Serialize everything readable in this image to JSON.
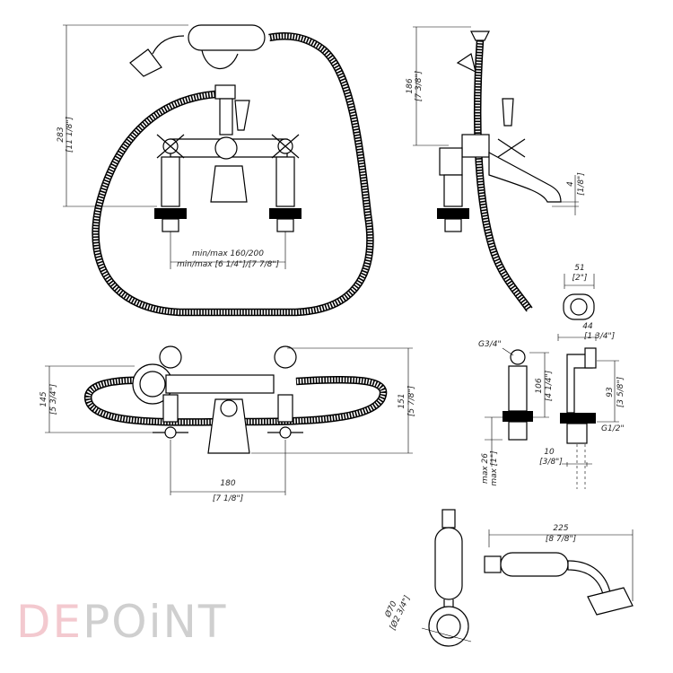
{
  "labels": {
    "d283": "283",
    "d283_in": "[11 1/8\"]",
    "minmax_mm": "min/max 160/200",
    "minmax_in": "min/max [6 1/4\"]/[7 7/8\"]",
    "d186": "186",
    "d186_in": "[7 3/8\"]",
    "d4": "4",
    "d4_in": "[1/8\"]",
    "d51": "51",
    "d51_in": "[2\"]",
    "d44": "44",
    "d44_in": "[1 3/4\"]",
    "g34": "G3/4\"",
    "d106": "106",
    "d106_in": "[4 1/4\"]",
    "d93": "93",
    "d93_in": "[3 5/8\"]",
    "g12": "G1/2\"",
    "max26": "max 26",
    "max1": "max [1\"]",
    "d10": "10",
    "d10_in": "[3/8\"]",
    "d145": "145",
    "d145_in": "[5 3/4\"]",
    "d151": "151",
    "d151_in": "[5 7/8\"]",
    "d180": "180",
    "d180_in": "[7 1/8\"]",
    "d225": "225",
    "d225_in": "[8 7/8\"]",
    "d70": "Ø70",
    "d70_in": "[Ø2 3/4\"]"
  },
  "logo": {
    "part1": "DE",
    "part2": "POiNT"
  }
}
